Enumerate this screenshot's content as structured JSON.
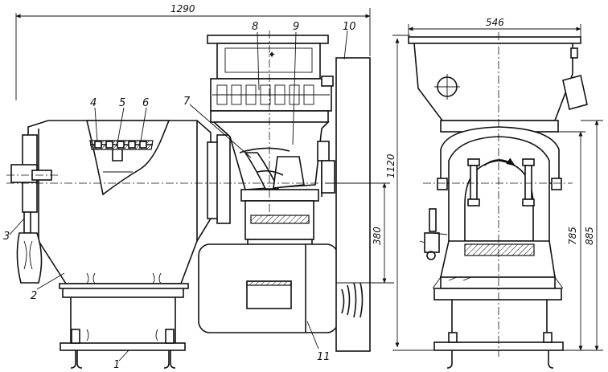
{
  "callouts": [
    "1",
    "2",
    "3",
    "4",
    "5",
    "6",
    "7",
    "8",
    "9",
    "10",
    "11"
  ],
  "dimensions": {
    "overall_width": "1290",
    "overall_height": "1120",
    "side_width": "546",
    "height_785": "785",
    "height_885": "885",
    "inlet_height": "380"
  }
}
